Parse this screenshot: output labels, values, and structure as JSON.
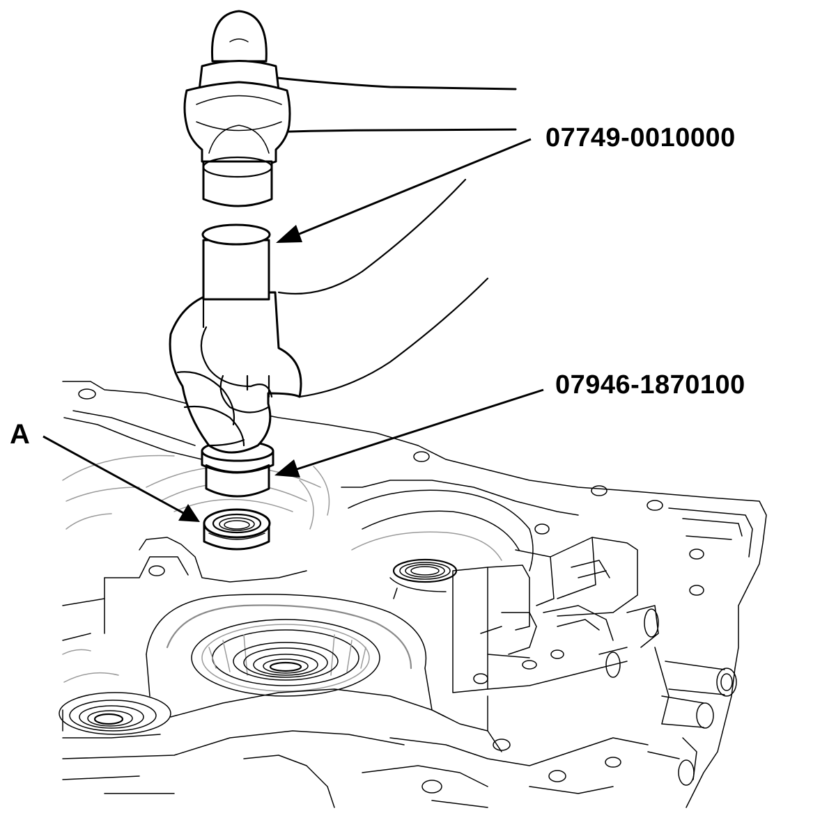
{
  "callouts": {
    "handle_driver": "07749-0010000",
    "attachment": "07946-1870100",
    "part_a": "A"
  }
}
